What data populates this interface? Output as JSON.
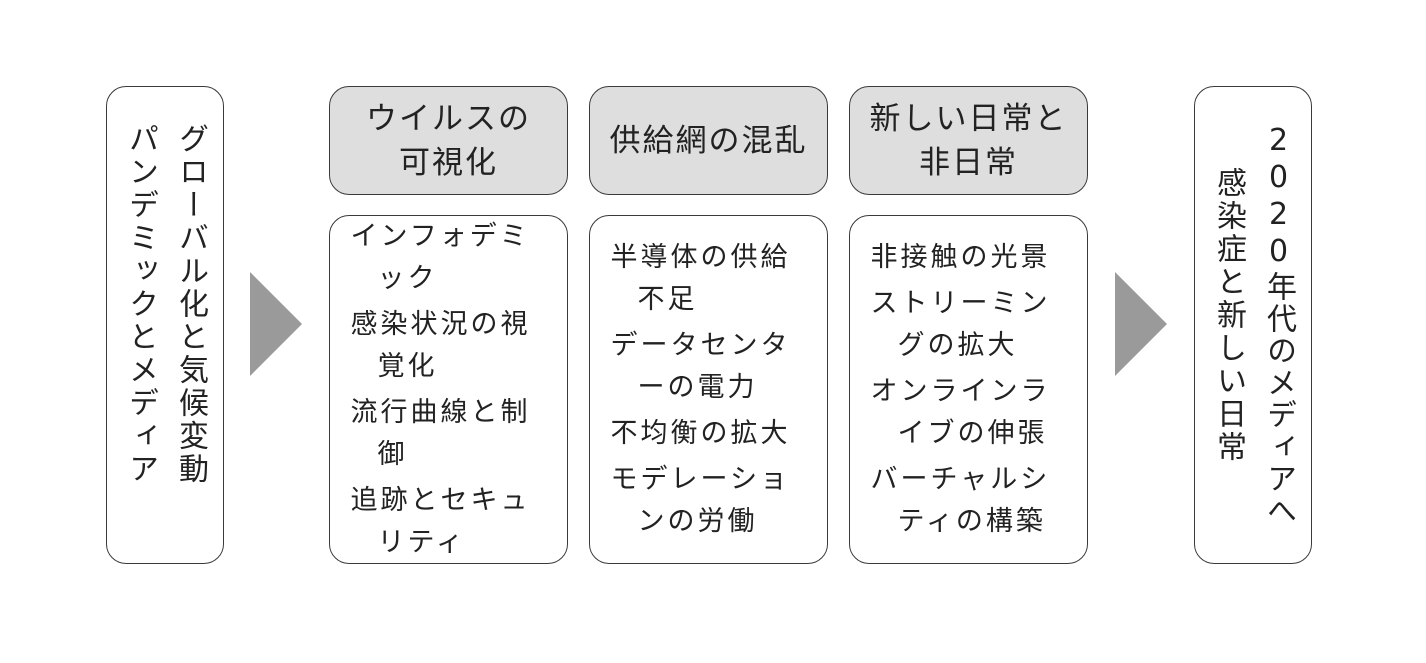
{
  "left": {
    "col1": "パンデミックとメディア",
    "col2": "グローバル化と気候変動"
  },
  "columns": [
    {
      "header": [
        "ウイルスの",
        "可視化"
      ],
      "items": [
        "インフォデミック",
        "感染状況の視覚化",
        "流行曲線と制御",
        "追跡とセキュリティ"
      ]
    },
    {
      "header": [
        "供給網の混乱"
      ],
      "items": [
        "半導体の供給不足",
        "データセンターの電力",
        "不均衡の拡大",
        "モデレーションの労働"
      ]
    },
    {
      "header": [
        "新しい日常と",
        "非日常"
      ],
      "items": [
        "非接触の光景",
        "ストリーミングの拡大",
        "オンラインライブの伸張",
        "バーチャルシティの構築"
      ]
    }
  ],
  "right": {
    "col1": "感染症と新しい日常",
    "col2": "2020年代のメディアへ"
  },
  "colors": {
    "header_fill": "#dedede",
    "arrow": "#9a9a9a",
    "border": "#3a3a3a"
  }
}
